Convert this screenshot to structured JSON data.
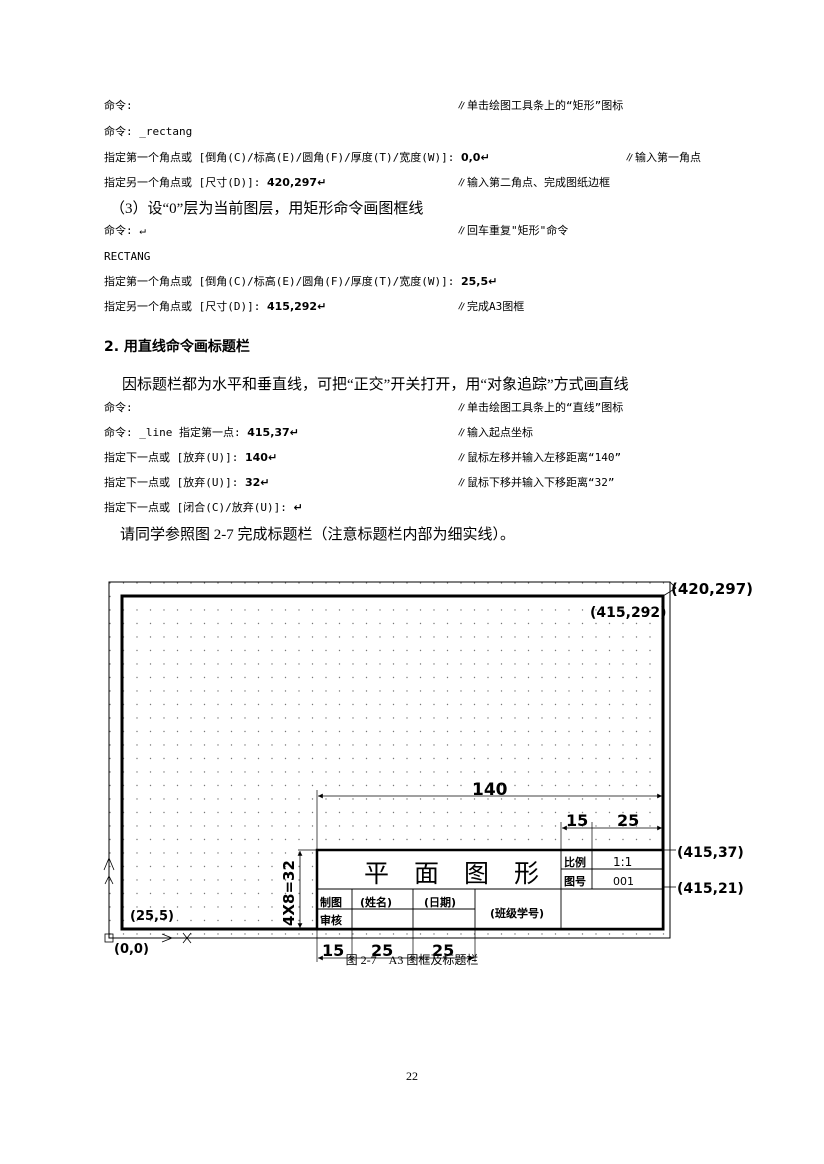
{
  "lines": [
    {
      "cmd_pre": "命令:",
      "val": "",
      "cmd_post": "",
      "comment": "∥单击绘图工具条上的“矩形”图标"
    },
    {
      "cmd_pre": "命令: _rectang",
      "val": "",
      "cmd_post": "",
      "comment": ""
    },
    {
      "cmd_pre": "指定第一个角点或 [倒角(C)/标高(E)/圆角(F)/厚度(T)/宽度(W)]: ",
      "val": "0,0↵",
      "cmd_post": "",
      "comment": "∥输入第一角点"
    },
    {
      "cmd_pre": "指定另一个角点或 [尺寸(D)]: ",
      "val": "420,297↵",
      "cmd_post": "",
      "comment": "∥输入第二角点、完成图纸边框"
    },
    {
      "cmd_pre": "命令: ↵",
      "val": "",
      "cmd_post": "",
      "comment": "∥回车重复\"矩形\"命令"
    },
    {
      "cmd_pre": "RECTANG",
      "val": "",
      "cmd_post": "",
      "comment": ""
    },
    {
      "cmd_pre": "指定第一个角点或 [倒角(C)/标高(E)/圆角(F)/厚度(T)/宽度(W)]: ",
      "val": "25,5↵",
      "cmd_post": "",
      "comment": ""
    },
    {
      "cmd_pre": "指定另一个角点或 [尺寸(D)]: ",
      "val": "415,292↵",
      "cmd_post": "",
      "comment": "∥完成A3图框"
    },
    {
      "cmd_pre": "命令:",
      "val": "",
      "cmd_post": "",
      "comment": "∥单击绘图工具条上的“直线”图标"
    },
    {
      "cmd_pre": "命令: _line 指定第一点: ",
      "val": "415,37↵",
      "cmd_post": "",
      "comment": "∥输入起点坐标"
    },
    {
      "cmd_pre": "指定下一点或 [放弃(U)]: ",
      "val": "140↵",
      "cmd_post": "",
      "comment": "∥鼠标左移并输入左移距离“140”"
    },
    {
      "cmd_pre": "指定下一点或 [放弃(U)]: ",
      "val": "32↵",
      "cmd_post": "",
      "comment": "∥鼠标下移并输入下移距离“32”"
    },
    {
      "cmd_pre": "指定下一点或 [闭合(C)/放弃(U)]: ",
      "val": "↵",
      "cmd_post": "",
      "comment": ""
    }
  ],
  "para_step3": "（3）设“0”层为当前图层，用矩形命令画图框线",
  "heading2": "2. 用直线命令画标题栏",
  "para_line": "因标题栏都为水平和垂直线，可把“正交”开关打开，用“对象追踪”方式画直线",
  "para_ref": "请同学参照图 2-7 完成标题栏（注意标题栏内部为细实线）。",
  "figure": {
    "coord_420_297": "(420,297)",
    "coord_415_292": "(415,292)",
    "coord_415_37": "(415,37)",
    "coord_415_21": "(415,21)",
    "coord_25_5": "(25,5)",
    "coord_0_0": "(0,0)",
    "dim_140": "140",
    "dim_15_top": "15",
    "dim_25_top": "25",
    "dim_vertical": "4X8=32",
    "dim_15_bottom": "15",
    "dim_25_bottom_1": "25",
    "dim_25_bottom_2": "25",
    "title_text": "平　面　图　形",
    "scale_label": "比例",
    "scale_value": "1:1",
    "drawing_no_label": "图号",
    "drawing_no_value": "001",
    "drawn_by": "制图",
    "name": "(姓名)",
    "date": "(日期)",
    "checked_by": "审核",
    "class_no": "(班级学号)"
  },
  "caption": "图 2-7　A3 图框及标题栏",
  "page_number": "22"
}
